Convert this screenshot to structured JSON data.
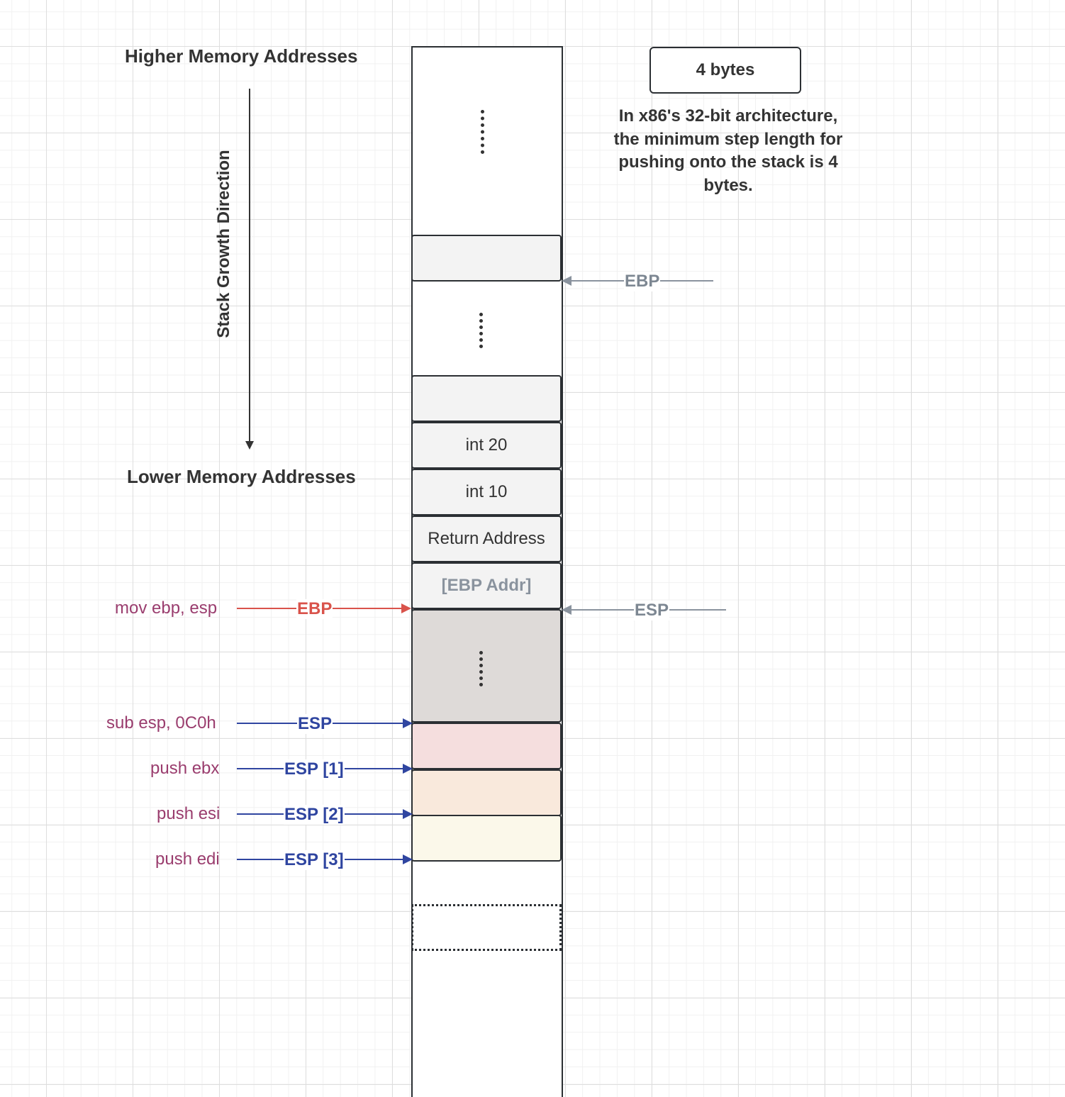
{
  "headings": {
    "higher": "Higher Memory Addresses",
    "lower": "Lower Memory Addresses",
    "growth": "Stack Growth Direction"
  },
  "size_box": {
    "label": "4 bytes"
  },
  "size_note": "In x86's 32-bit architecture, the minimum step length for pushing onto the stack is 4 bytes.",
  "stack": {
    "cells": [
      {
        "label": "int 20"
      },
      {
        "label": "int 10"
      },
      {
        "label": "Return Address"
      },
      {
        "label": "[EBP Addr]"
      }
    ]
  },
  "pointers": {
    "ebp_right": "EBP",
    "esp_right": "ESP",
    "ebp_left": "EBP",
    "esp_left": "ESP",
    "esp_1": "ESP [1]",
    "esp_2": "ESP [2]",
    "esp_3": "ESP [3]"
  },
  "instructions": {
    "mov": "mov ebp, esp",
    "sub": "sub esp, 0C0h",
    "push_ebx": "push ebx",
    "push_esi": "push esi",
    "push_edi": "push edi"
  },
  "colors": {
    "ebp_arrow": "#d9534b",
    "esp_arrow": "#2f45a0",
    "gray_arrow": "#8a939e",
    "local_area": "#dedad8",
    "ebx_cell": "#f5dede",
    "esi_cell": "#f9e9dc",
    "edi_cell": "#fbf8ea"
  }
}
